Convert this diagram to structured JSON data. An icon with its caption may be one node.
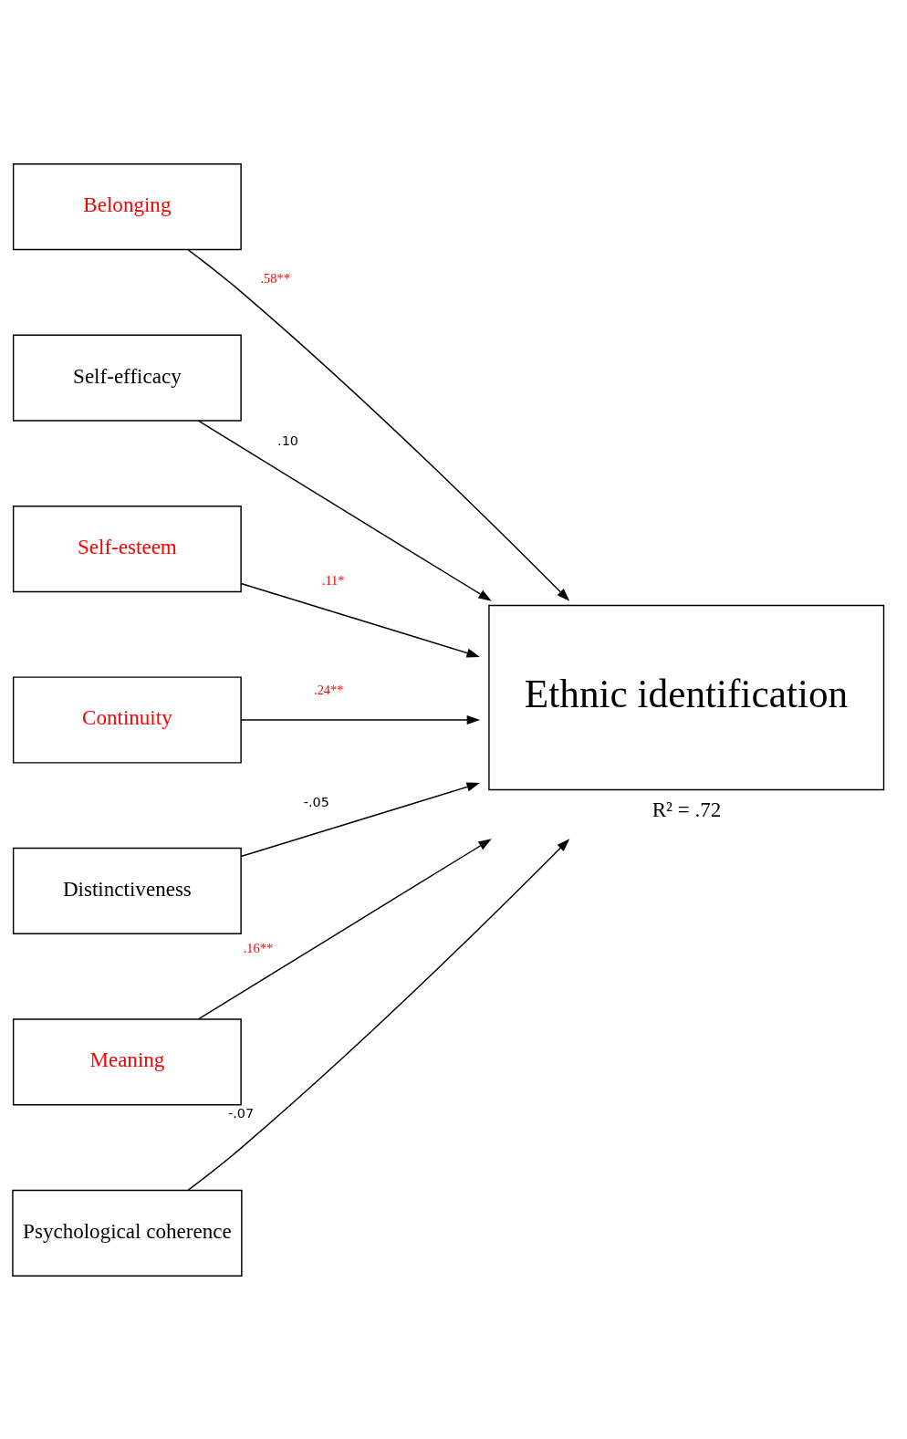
{
  "diagram": {
    "nodes": [
      {
        "text": [
          "Belonging"
        ]
      },
      {
        "text": [
          "Self-efficacy"
        ]
      },
      {
        "text": [
          "Self-esteem"
        ]
      },
      {
        "text": [
          "Continuity"
        ]
      },
      {
        "text": [
          "Distinctiveness"
        ]
      },
      {
        "text": [
          "Meaning"
        ]
      },
      {
        "text": [
          "Psychological coherence"
        ]
      },
      {
        "text": [
          "Ethnic identification"
        ],
        "beside": [
          "R² = .72"
        ]
      }
    ],
    "edges": [
      {
        "from": 0,
        "to": 7,
        "arrow": "to",
        "label": ".58**"
      },
      {
        "from": 1,
        "to": 7,
        "arrow": "to",
        "label": ".10"
      },
      {
        "from": 2,
        "to": 7,
        "arrow": "to",
        "label": ".11*"
      },
      {
        "from": 3,
        "to": 7,
        "arrow": "to",
        "label": ".24**"
      },
      {
        "from": 4,
        "to": 7,
        "arrow": "to",
        "label": "-.05"
      },
      {
        "from": 5,
        "to": 7,
        "arrow": "to",
        "label": ".16**"
      },
      {
        "from": 6,
        "to": 7,
        "arrow": "to",
        "label": "-.07"
      }
    ]
  }
}
